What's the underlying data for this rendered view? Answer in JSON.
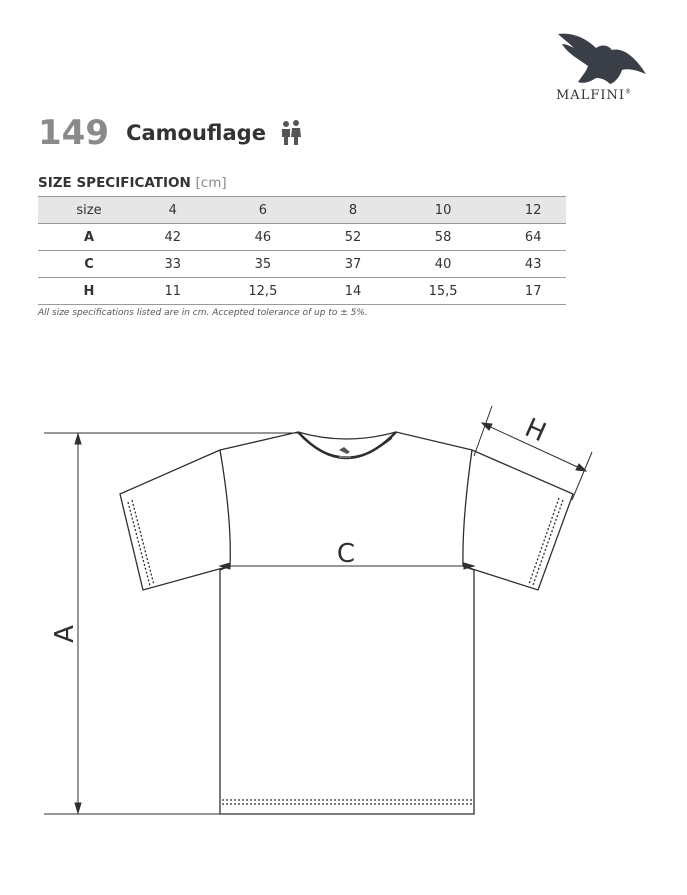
{
  "brand": {
    "name": "MALFINI",
    "trademark": "®"
  },
  "product": {
    "code": "149",
    "name": "Camouflage",
    "category_icon": "kids-icon"
  },
  "spec": {
    "title": "SIZE SPECIFICATION",
    "unit": "[cm]",
    "header": [
      "size",
      "4",
      "6",
      "8",
      "10",
      "12"
    ],
    "rows": [
      {
        "label": "A",
        "values": [
          "42",
          "46",
          "52",
          "58",
          "64"
        ]
      },
      {
        "label": "C",
        "values": [
          "33",
          "35",
          "37",
          "40",
          "43"
        ]
      },
      {
        "label": "H",
        "values": [
          "11",
          "12,5",
          "14",
          "15,5",
          "17"
        ]
      }
    ],
    "note": "All size specifications listed are in cm. Accepted tolerance of up to ± 5%."
  },
  "diagram": {
    "label_a": "A",
    "label_c": "C",
    "label_h": "H"
  },
  "colors": {
    "ink": "#2f2f2f",
    "code_gray": "#8a8a8a",
    "header_bg": "#e6e6e6",
    "logo": "#3a3f47"
  }
}
